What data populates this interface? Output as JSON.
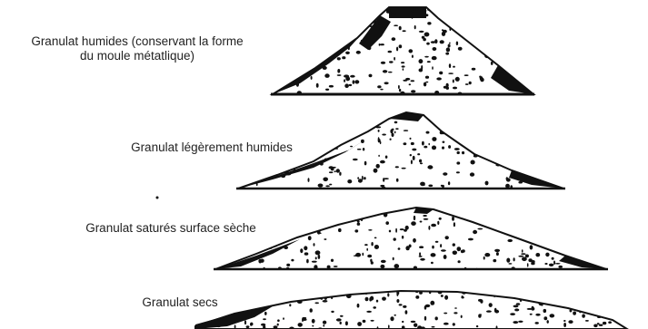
{
  "stages": [
    {
      "label_lines": [
        "Granulat humides (conservant la forme",
        "du  moule métatlique)"
      ],
      "icon": "steep-cone-with-mold-shape"
    },
    {
      "label_lines": [
        "Granulat légèrement humides"
      ],
      "icon": "peaked-cone"
    },
    {
      "label_lines": [
        "Granulat saturés surface sèche"
      ],
      "icon": "low-wide-cone"
    },
    {
      "label_lines": [
        "Granulat secs"
      ],
      "icon": "flat-mound"
    }
  ],
  "colors": {
    "ink": "#111111",
    "background": "#ffffff"
  }
}
